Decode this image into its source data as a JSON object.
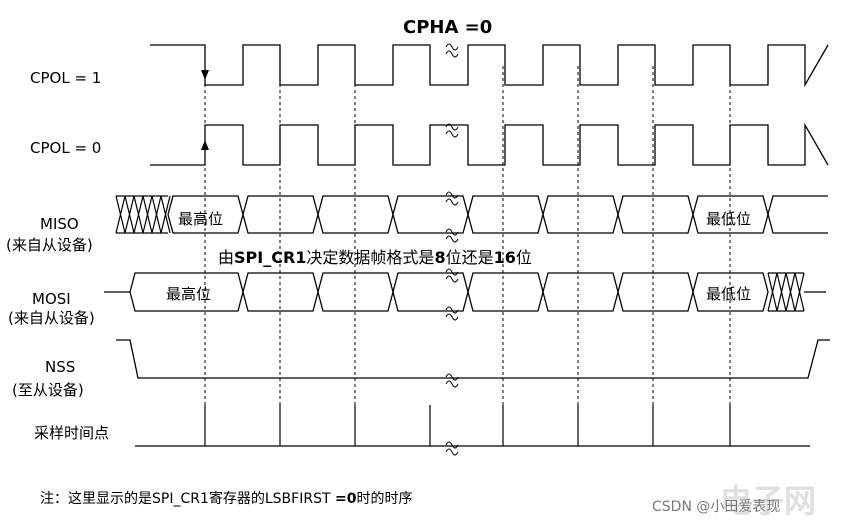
{
  "title": "CPHA =0",
  "signals": {
    "cpol1": "CPOL = 1",
    "cpol0": "CPOL = 0",
    "miso": "MISO",
    "miso_sub": "(来自从设备)",
    "mosi": "MOSI",
    "mosi_sub": "(来自从设备)",
    "nss": "NSS",
    "nss_sub": "(至从设备)",
    "sample": "采样时间点"
  },
  "cells": {
    "msb": "最高位",
    "lsb": "最低位"
  },
  "center_note_parts": {
    "a": "由",
    "b": "SPI_CR1",
    "c": "决定数据帧格式是",
    "d": "8",
    "e": "位还是",
    "f": "16",
    "g": "位"
  },
  "footnote_parts": {
    "a": "注：这里显示的是SPI_CR1寄存器的LSBFIRST ",
    "b": "=0",
    "c": "时的时序"
  },
  "watermark": "CSDN @小田爱表现",
  "logo_text": "电子网"
}
